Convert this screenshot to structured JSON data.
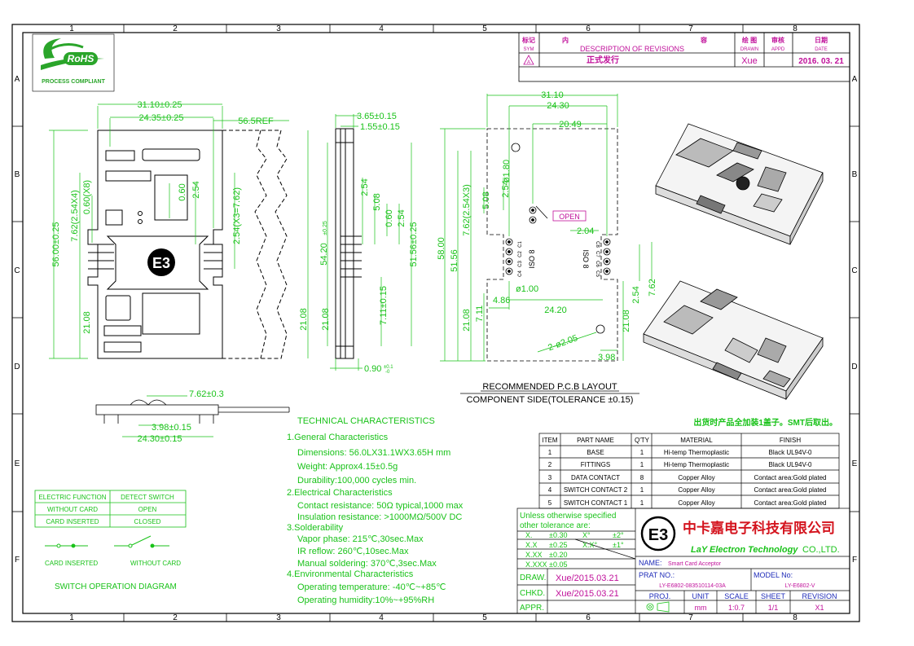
{
  "border": {
    "columns": [
      "1",
      "2",
      "3",
      "4",
      "5",
      "6",
      "7",
      "8"
    ],
    "rows": [
      "A",
      "B",
      "C",
      "D",
      "E",
      "F"
    ]
  },
  "logo": {
    "mark": "RoHS",
    "caption": "PROCESS COMPLIANT"
  },
  "revisions": {
    "h_sym_cn": "标记",
    "h_sym_en": "SYM",
    "h_desc_cn1": "内",
    "h_desc_cn2": "容",
    "h_desc_en": "DESCRIPTION OF REVISIONS",
    "h_drawn_cn": "绘 图",
    "h_drawn_en": "DRAWN",
    "h_appd_cn": "审核",
    "h_appd_en": "APPD",
    "h_date_cn": "日期",
    "h_date_en": "DATE",
    "row_sym": "A",
    "row_desc": "正式发行",
    "row_drawn": "Xue",
    "row_date": "2016. 03. 21"
  },
  "dims_top": {
    "w_overall": "31.10±0.25",
    "w_inner": "24.35±0.25",
    "ref": "56.5REF",
    "h_pitch": "7.62(2.54X4)",
    "h_small": "0.60(X8)",
    "h_overall": "56.00±0.25",
    "h_bottom": "21.08",
    "p060": "0.60",
    "p254": "2.54",
    "pitch3": "2.54(X3=7.62)"
  },
  "dims_side": {
    "h1": "3.65±0.15",
    "h2": "1.55±0.15",
    "d254": "2.54",
    "d508": "5.08",
    "d060": "0.60",
    "d254b": "2.54",
    "h_side": "54.20",
    "h_side_tol": "±0.25",
    "h5156": "51.56±0.25",
    "d711": "7.11±0.15",
    "d2108": "21.08",
    "t090": "0.90",
    "t090_tol": "±0.1",
    "t090_tol2": "-0"
  },
  "dims_pcb": {
    "w3110": "31.10",
    "w2430": "24.30",
    "w2049": "20.49",
    "d180": "ø1.80",
    "d254": "2.54",
    "v762": "7.62(2.54X3)",
    "v508": "5.08",
    "v5800": "58.00",
    "v5156": "51.56",
    "open": "OPEN",
    "w204": "2.04",
    "iso8_l": "ISO 8",
    "iso8_r": "ISO 8",
    "pins_l": [
      "C1",
      "C2",
      "C3",
      "C4"
    ],
    "pins_r": [
      "C8",
      "C7",
      "C6",
      "C5"
    ],
    "d100": "ø1.00",
    "w486": "4.86",
    "w2420": "24.20",
    "v2108": "21.08",
    "v711": "7.11",
    "v254": "2.54",
    "v762b": "7.62",
    "v2108b": "21.08",
    "d205": "2-ø2.05",
    "w398": "3.98",
    "title1": "RECOMMENDED P.C.B LAYOUT",
    "title2": "COMPONENT SIDE(TOLERANCE ±0.15)"
  },
  "dims_front": {
    "w762": "7.62±0.3",
    "w398": "3.98±0.15",
    "w2430": "24.30±0.15"
  },
  "tech": {
    "title": "TECHNICAL CHARACTERISTICS",
    "lines": [
      "1.General Characteristics",
      "Dimensions: 56.0LX31.1WX3.65H mm",
      "Weight: Approx4.15±0.5g",
      "Durability:100,000 cycles min.",
      "2.Electrical Characteristics",
      "Contact resistance: 50Ω typical,1000 max",
      "Insulation resistance: >1000MΩ/500V DC",
      "3.Solderability",
      "Vapor phase: 215℃,30sec.Max",
      "IR reflow: 260℃,10sec.Max",
      "Manual soldering: 370℃,3sec.Max",
      "4.Environmental Characteristics",
      "Operating temperature: -40℃~+85℃",
      "Operating humidity:10%~+95%RH"
    ]
  },
  "switch_table": {
    "head": [
      "ELECTRIC FUNCTION",
      "DETECT SWITCH"
    ],
    "rows": [
      [
        "WITHOUT CARD",
        "OPEN"
      ],
      [
        "CARD INSERTED",
        "CLOSED"
      ]
    ]
  },
  "switch_diagram": {
    "label_left": "CARD INSERTED",
    "label_right": "WITHOUT CARD",
    "title": "SWITCH OPERATION DIAGRAM"
  },
  "note": "出货时产品全加装1盖子。SMT后取出。",
  "bom": {
    "head": [
      "ITEM",
      "PART NAME",
      "Q'TY",
      "MATERIAL",
      "FINISH"
    ],
    "rows": [
      [
        "1",
        "BASE",
        "1",
        "Hi-temp Thermoplastic",
        "Black UL94V-0"
      ],
      [
        "2",
        "FITTINGS",
        "1",
        "Hi-temp Thermoplastic",
        "Black UL94V-0"
      ],
      [
        "3",
        "DATA CONTACT",
        "8",
        "Copper Alloy",
        "Contact area:Gold plated"
      ],
      [
        "4",
        "SWITCH CONTACT 2",
        "1",
        "Copper Alloy",
        "Contact area:Gold plated"
      ],
      [
        "5",
        "SWITCH CONTACT 1",
        "1",
        "Copper Alloy",
        "Contact area:Gold plated"
      ]
    ]
  },
  "tolerance": {
    "title1": "Unless otherwise specified",
    "title2": "other tolerance are:",
    "x": "X.",
    "x_v": "±0.30",
    "xd": "X°",
    "xd_v": "±2°",
    "xx": "X.X",
    "xx_v": "±0.25",
    "xxd": "X.X°",
    "xxd_v": "±1°",
    "xxx": "X.XX",
    "xxx_v": "±0.20",
    "xxxx": "X.XXX",
    "xxxx_v": "±0.05"
  },
  "signoff": {
    "draw_label": "DRAW.",
    "draw_value": "Xue/2015.03.21",
    "chkd_label": "CHKD.",
    "chkd_value": "Xue/2015.03.21",
    "appr_label": "APPR."
  },
  "company": {
    "logo": "E3",
    "name_cn": "中卡嘉电子科技有限公司",
    "name_en": "LaY Electron Technology",
    "suffix": "CO.,LTD."
  },
  "title_block": {
    "name_label": "NAME:",
    "name_value": "Smart Card Acceptor",
    "part_label": "PRAT NO.:",
    "part_value": "LY-E6802-083510114-03A",
    "model_label": "MODEL No:",
    "model_value": "LY-E6802-V",
    "proj_label": "PROJ.",
    "unit_label": "UNIT",
    "scale_label": "SCALE",
    "sheet_label": "SHEET",
    "rev_label": "REVISION",
    "unit_value": "mm",
    "scale_value": "1:0.7",
    "sheet_value": "1/1",
    "rev_value": "X1"
  },
  "colors": {
    "line": "#19c219",
    "ink": "#000000",
    "accent": "#c0109a",
    "brand": "#d4141e"
  }
}
